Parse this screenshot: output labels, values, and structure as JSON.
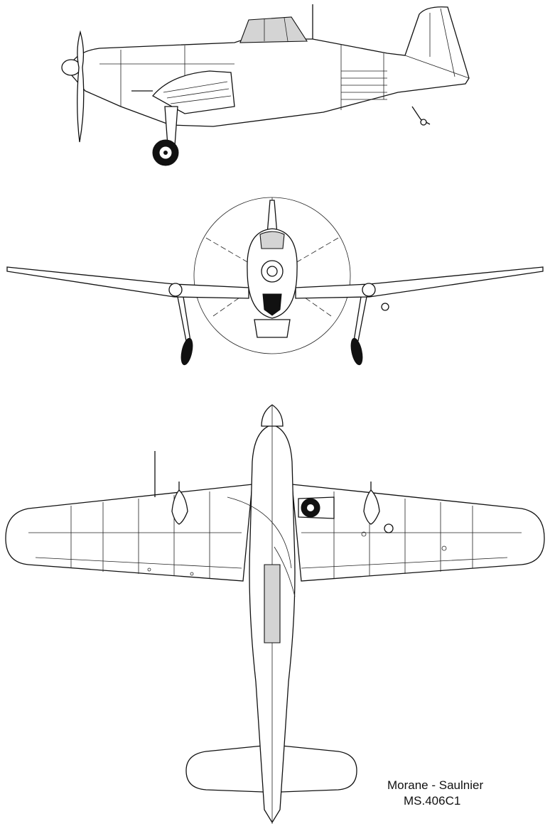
{
  "caption": {
    "manufacturer": "Morane - Saulnier",
    "model": "MS.406C1"
  },
  "views": [
    "side-view",
    "front-view",
    "top-view"
  ],
  "colors": {
    "line": "#111111",
    "glazing": "#d4d4d4",
    "background": "#ffffff"
  }
}
